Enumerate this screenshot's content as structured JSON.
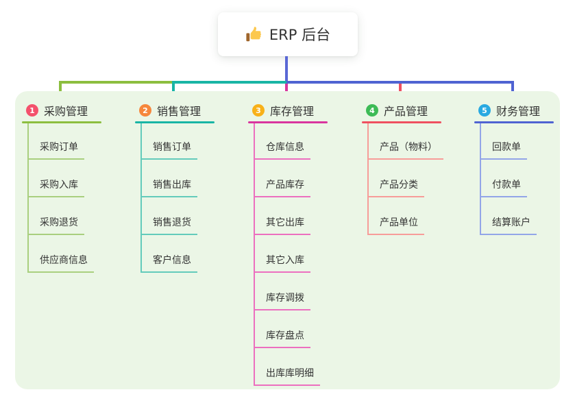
{
  "root": {
    "title": "ERP 后台",
    "icon": "thumbs-up-icon"
  },
  "colors": {
    "background": "#ffffff",
    "panel_bg": "#EBF6E6",
    "root_line": "#5A68D5",
    "text": "#333333"
  },
  "branches": [
    {
      "num": "1",
      "label": "采购管理",
      "line_color": "#8CBE3F",
      "sub_line_color": "#A9CF7E",
      "badge_color": "#F4516C",
      "children": [
        "采购订单",
        "采购入库",
        "采购退货",
        "供应商信息"
      ]
    },
    {
      "num": "2",
      "label": "销售管理",
      "line_color": "#19B5A5",
      "sub_line_color": "#63CBBB",
      "badge_color": "#F6873C",
      "children": [
        "销售订单",
        "销售出库",
        "销售退货",
        "客户信息"
      ]
    },
    {
      "num": "3",
      "label": "库存管理",
      "line_color": "#D9359E",
      "sub_line_color": "#EC6FBF",
      "badge_color": "#F8B119",
      "children": [
        "仓库信息",
        "产品库存",
        "其它出库",
        "其它入库",
        "库存调拨",
        "库存盘点",
        "出库库明细"
      ]
    },
    {
      "num": "4",
      "label": "产品管理",
      "line_color": "#EF5060",
      "sub_line_color": "#F79C99",
      "badge_color": "#3DBB56",
      "children": [
        "产品（物料）",
        "产品分类",
        "产品单位"
      ]
    },
    {
      "num": "5",
      "label": "财务管理",
      "line_color": "#4F63D2",
      "sub_line_color": "#92A5E8",
      "badge_color": "#29A9E1",
      "children": [
        "回款单",
        "付款单",
        "结算账户"
      ]
    }
  ]
}
